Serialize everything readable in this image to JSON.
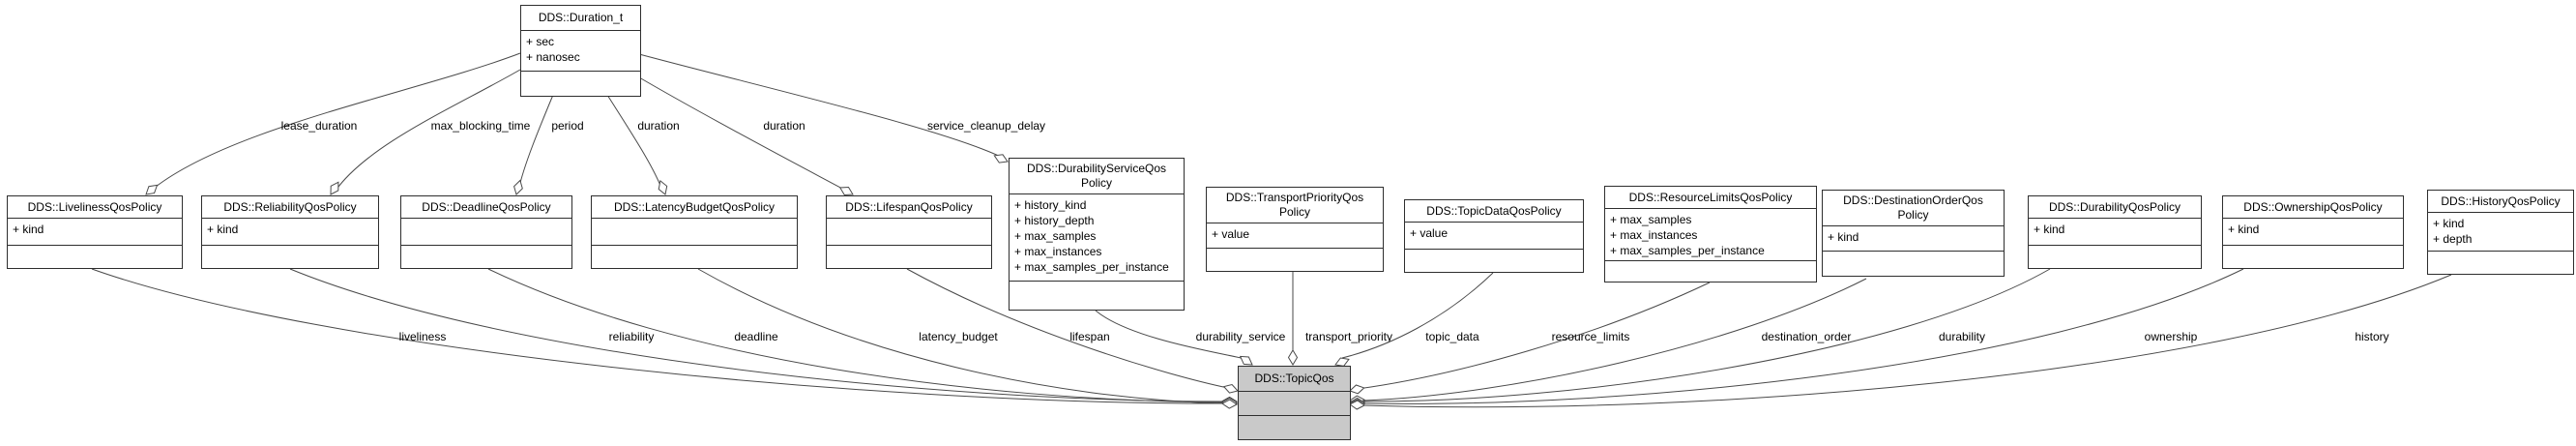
{
  "diagram": {
    "kind": "uml-class-diagram",
    "colors": {
      "background": "#ffffff",
      "node_fill": "#ffffff",
      "highlight_fill": "#c9c9c9",
      "node_border": "#2e2e2e",
      "edge": "#4a4a4a",
      "text": "#000000"
    },
    "nodes": [
      {
        "id": "duration_t",
        "title_lines": [
          "DDS::Duration_t"
        ],
        "attributes": [
          "+ sec",
          "+ nanosec"
        ],
        "highlight": false
      },
      {
        "id": "liveliness",
        "title_lines": [
          "DDS::LivelinessQosPolicy"
        ],
        "attributes": [
          "+ kind"
        ],
        "highlight": false
      },
      {
        "id": "reliability",
        "title_lines": [
          "DDS::ReliabilityQosPolicy"
        ],
        "attributes": [
          "+ kind"
        ],
        "highlight": false
      },
      {
        "id": "deadline",
        "title_lines": [
          "DDS::DeadlineQosPolicy"
        ],
        "attributes": [],
        "highlight": false
      },
      {
        "id": "latency_budget",
        "title_lines": [
          "DDS::LatencyBudgetQosPolicy"
        ],
        "attributes": [],
        "highlight": false
      },
      {
        "id": "lifespan",
        "title_lines": [
          "DDS::LifespanQosPolicy"
        ],
        "attributes": [],
        "highlight": false
      },
      {
        "id": "durability_service",
        "title_lines": [
          "DDS::DurabilityServiceQos",
          "Policy"
        ],
        "attributes": [
          "+ history_kind",
          "+ history_depth",
          "+ max_samples",
          "+ max_instances",
          "+ max_samples_per_instance"
        ],
        "highlight": false
      },
      {
        "id": "transport_priority",
        "title_lines": [
          "DDS::TransportPriorityQos",
          "Policy"
        ],
        "attributes": [
          "+ value"
        ],
        "highlight": false
      },
      {
        "id": "topic_data",
        "title_lines": [
          "DDS::TopicDataQosPolicy"
        ],
        "attributes": [
          "+ value"
        ],
        "highlight": false
      },
      {
        "id": "resource_limits",
        "title_lines": [
          "DDS::ResourceLimitsQosPolicy"
        ],
        "attributes": [
          "+ max_samples",
          "+ max_instances",
          "+ max_samples_per_instance"
        ],
        "highlight": false
      },
      {
        "id": "destination_order",
        "title_lines": [
          "DDS::DestinationOrderQos",
          "Policy"
        ],
        "attributes": [
          "+ kind"
        ],
        "highlight": false
      },
      {
        "id": "durability",
        "title_lines": [
          "DDS::DurabilityQosPolicy"
        ],
        "attributes": [
          "+ kind"
        ],
        "highlight": false
      },
      {
        "id": "ownership",
        "title_lines": [
          "DDS::OwnershipQosPolicy"
        ],
        "attributes": [
          "+ kind"
        ],
        "highlight": false
      },
      {
        "id": "history",
        "title_lines": [
          "DDS::HistoryQosPolicy"
        ],
        "attributes": [
          "+ kind",
          "+ depth"
        ],
        "highlight": false
      },
      {
        "id": "topic_qos",
        "title_lines": [
          "DDS::TopicQos"
        ],
        "attributes": [],
        "highlight": true
      }
    ],
    "edges": [
      {
        "from": "duration_t",
        "to": "liveliness",
        "label": "lease_duration"
      },
      {
        "from": "duration_t",
        "to": "reliability",
        "label": "max_blocking_time"
      },
      {
        "from": "duration_t",
        "to": "deadline",
        "label": "period"
      },
      {
        "from": "duration_t",
        "to": "latency_budget",
        "label": "duration"
      },
      {
        "from": "duration_t",
        "to": "lifespan",
        "label": "duration"
      },
      {
        "from": "duration_t",
        "to": "durability_service",
        "label": "service_cleanup_delay"
      },
      {
        "from": "liveliness",
        "to": "topic_qos",
        "label": "liveliness"
      },
      {
        "from": "reliability",
        "to": "topic_qos",
        "label": "reliability"
      },
      {
        "from": "deadline",
        "to": "topic_qos",
        "label": "deadline"
      },
      {
        "from": "latency_budget",
        "to": "topic_qos",
        "label": "latency_budget"
      },
      {
        "from": "lifespan",
        "to": "topic_qos",
        "label": "lifespan"
      },
      {
        "from": "durability_service",
        "to": "topic_qos",
        "label": "durability_service"
      },
      {
        "from": "transport_priority",
        "to": "topic_qos",
        "label": "transport_priority"
      },
      {
        "from": "topic_data",
        "to": "topic_qos",
        "label": "topic_data"
      },
      {
        "from": "resource_limits",
        "to": "topic_qos",
        "label": "resource_limits"
      },
      {
        "from": "destination_order",
        "to": "topic_qos",
        "label": "destination_order"
      },
      {
        "from": "durability",
        "to": "topic_qos",
        "label": "durability"
      },
      {
        "from": "ownership",
        "to": "topic_qos",
        "label": "ownership"
      },
      {
        "from": "history",
        "to": "topic_qos",
        "label": "history"
      }
    ]
  }
}
